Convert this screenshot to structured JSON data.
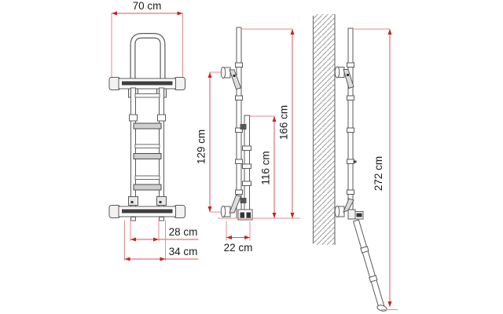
{
  "diagram": {
    "type": "technical-dimension-drawing",
    "subject": "folding exterior ladder shown in three orthographic views (front, folded side, wall-mounted side)",
    "unit": "cm",
    "colors": {
      "dimension_line": "#dd5555",
      "dimension_arrow": "#c42222",
      "drawing_line": "#5a5a5a",
      "wall_hatch": "#9a9a9a",
      "step_fill": "#cfcfcf"
    },
    "front_view": {
      "width_top": "70 cm",
      "feet_spacing_inner": "28 cm",
      "feet_spacing_outer": "34 cm"
    },
    "folded_view": {
      "bracket_distance": "129 cm",
      "folded_section_length": "116 cm",
      "overall_folded_height": "166 cm",
      "depth": "22 cm"
    },
    "wall_view": {
      "overall_extended_height": "272 cm"
    }
  }
}
